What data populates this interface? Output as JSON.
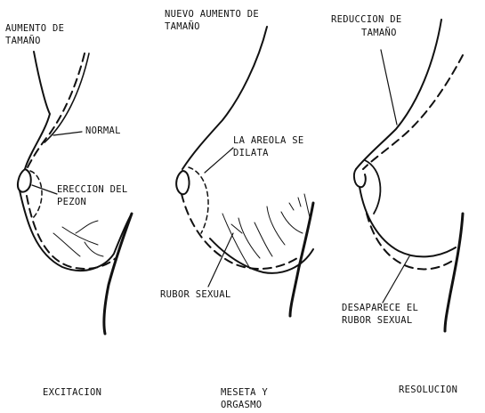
{
  "panels": {
    "excitacion": {
      "caption": "EXCITACION",
      "labels": {
        "aumento_1": "AUMENTO DE",
        "aumento_2": "TAMAÑO",
        "normal": "NORMAL",
        "ereccion_1": "ERECCION DEL",
        "ereccion_2": "PEZON"
      }
    },
    "meseta": {
      "caption_1": "MESETA Y",
      "caption_2": "ORGASMO",
      "labels": {
        "nuevo_1": "NUEVO AUMENTO DE",
        "nuevo_2": "TAMAÑO",
        "areola_1": "LA AREOLA SE",
        "areola_2": "DILATA",
        "rubor": "RUBOR SEXUAL"
      }
    },
    "resolucion": {
      "caption": "RESOLUCION",
      "labels": {
        "reduccion_1": "REDUCCION DE",
        "reduccion_2": "TAMAÑO",
        "desaparece_1": "DESAPARECE EL",
        "desaparece_2": "RUBOR SEXUAL"
      }
    }
  },
  "colors": {
    "ink": "#111111",
    "background": "#ffffff"
  }
}
